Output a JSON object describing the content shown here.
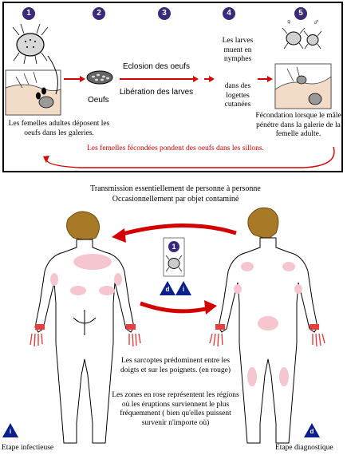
{
  "steps": {
    "s1": {
      "number": "1"
    },
    "s2": {
      "number": "2"
    },
    "s3": {
      "number": "3"
    },
    "s4": {
      "number": "4"
    },
    "s5": {
      "number": "5"
    }
  },
  "captions": {
    "females_lay": "Les femelles adultes déposent les oeufs dans les galeries.",
    "eggs": "Oeufs",
    "hatching": "Eclosion des oeufs",
    "larvae_release": "Libération des larves",
    "larvae_molt": "Les larves muent en nymphes",
    "in_burrows": "dans des logettes cutanées",
    "fertilization": "Fécondation lorsque le mâle pénétre dans la galerie de la femelle adulte.",
    "fertilized_females": "Les femelles fécondées pondent des oeufs dans les sillons.",
    "transmission_line1": "Transmission essentiellement de personne à personne",
    "transmission_line2": "Occasionnellement par objet contaminé",
    "sarcoptes": "Les sarcoptes prédominent entre les doigts et sur les poignets. (en rouge)",
    "pink_zones": "Les zones en rose représentent les régions où les éruptions surviennent le plus fréquemment ( bien qu'elles puissent survenir n'importe où)",
    "stage_infective": "Etape infectieuse",
    "stage_diagnostic": "Etape diagnostique"
  },
  "badges": {
    "d": "d",
    "i": "i",
    "one": "1"
  },
  "symbols": {
    "female": "♀",
    "male": "♂"
  },
  "colors": {
    "accent_red": "#cc0000",
    "step_purple": "#3b2a7a",
    "badge_navy": "#0b1f8a",
    "hair": "#a87a28",
    "rash_pink": "#f5c6cf",
    "rash_red": "#e44040",
    "skin_pink": "#f2dcc8"
  },
  "icons": [
    "mite-icon",
    "skin-section-icon",
    "egg-cluster-icon",
    "human-front-icon",
    "human-back-icon",
    "arrow-icon"
  ]
}
